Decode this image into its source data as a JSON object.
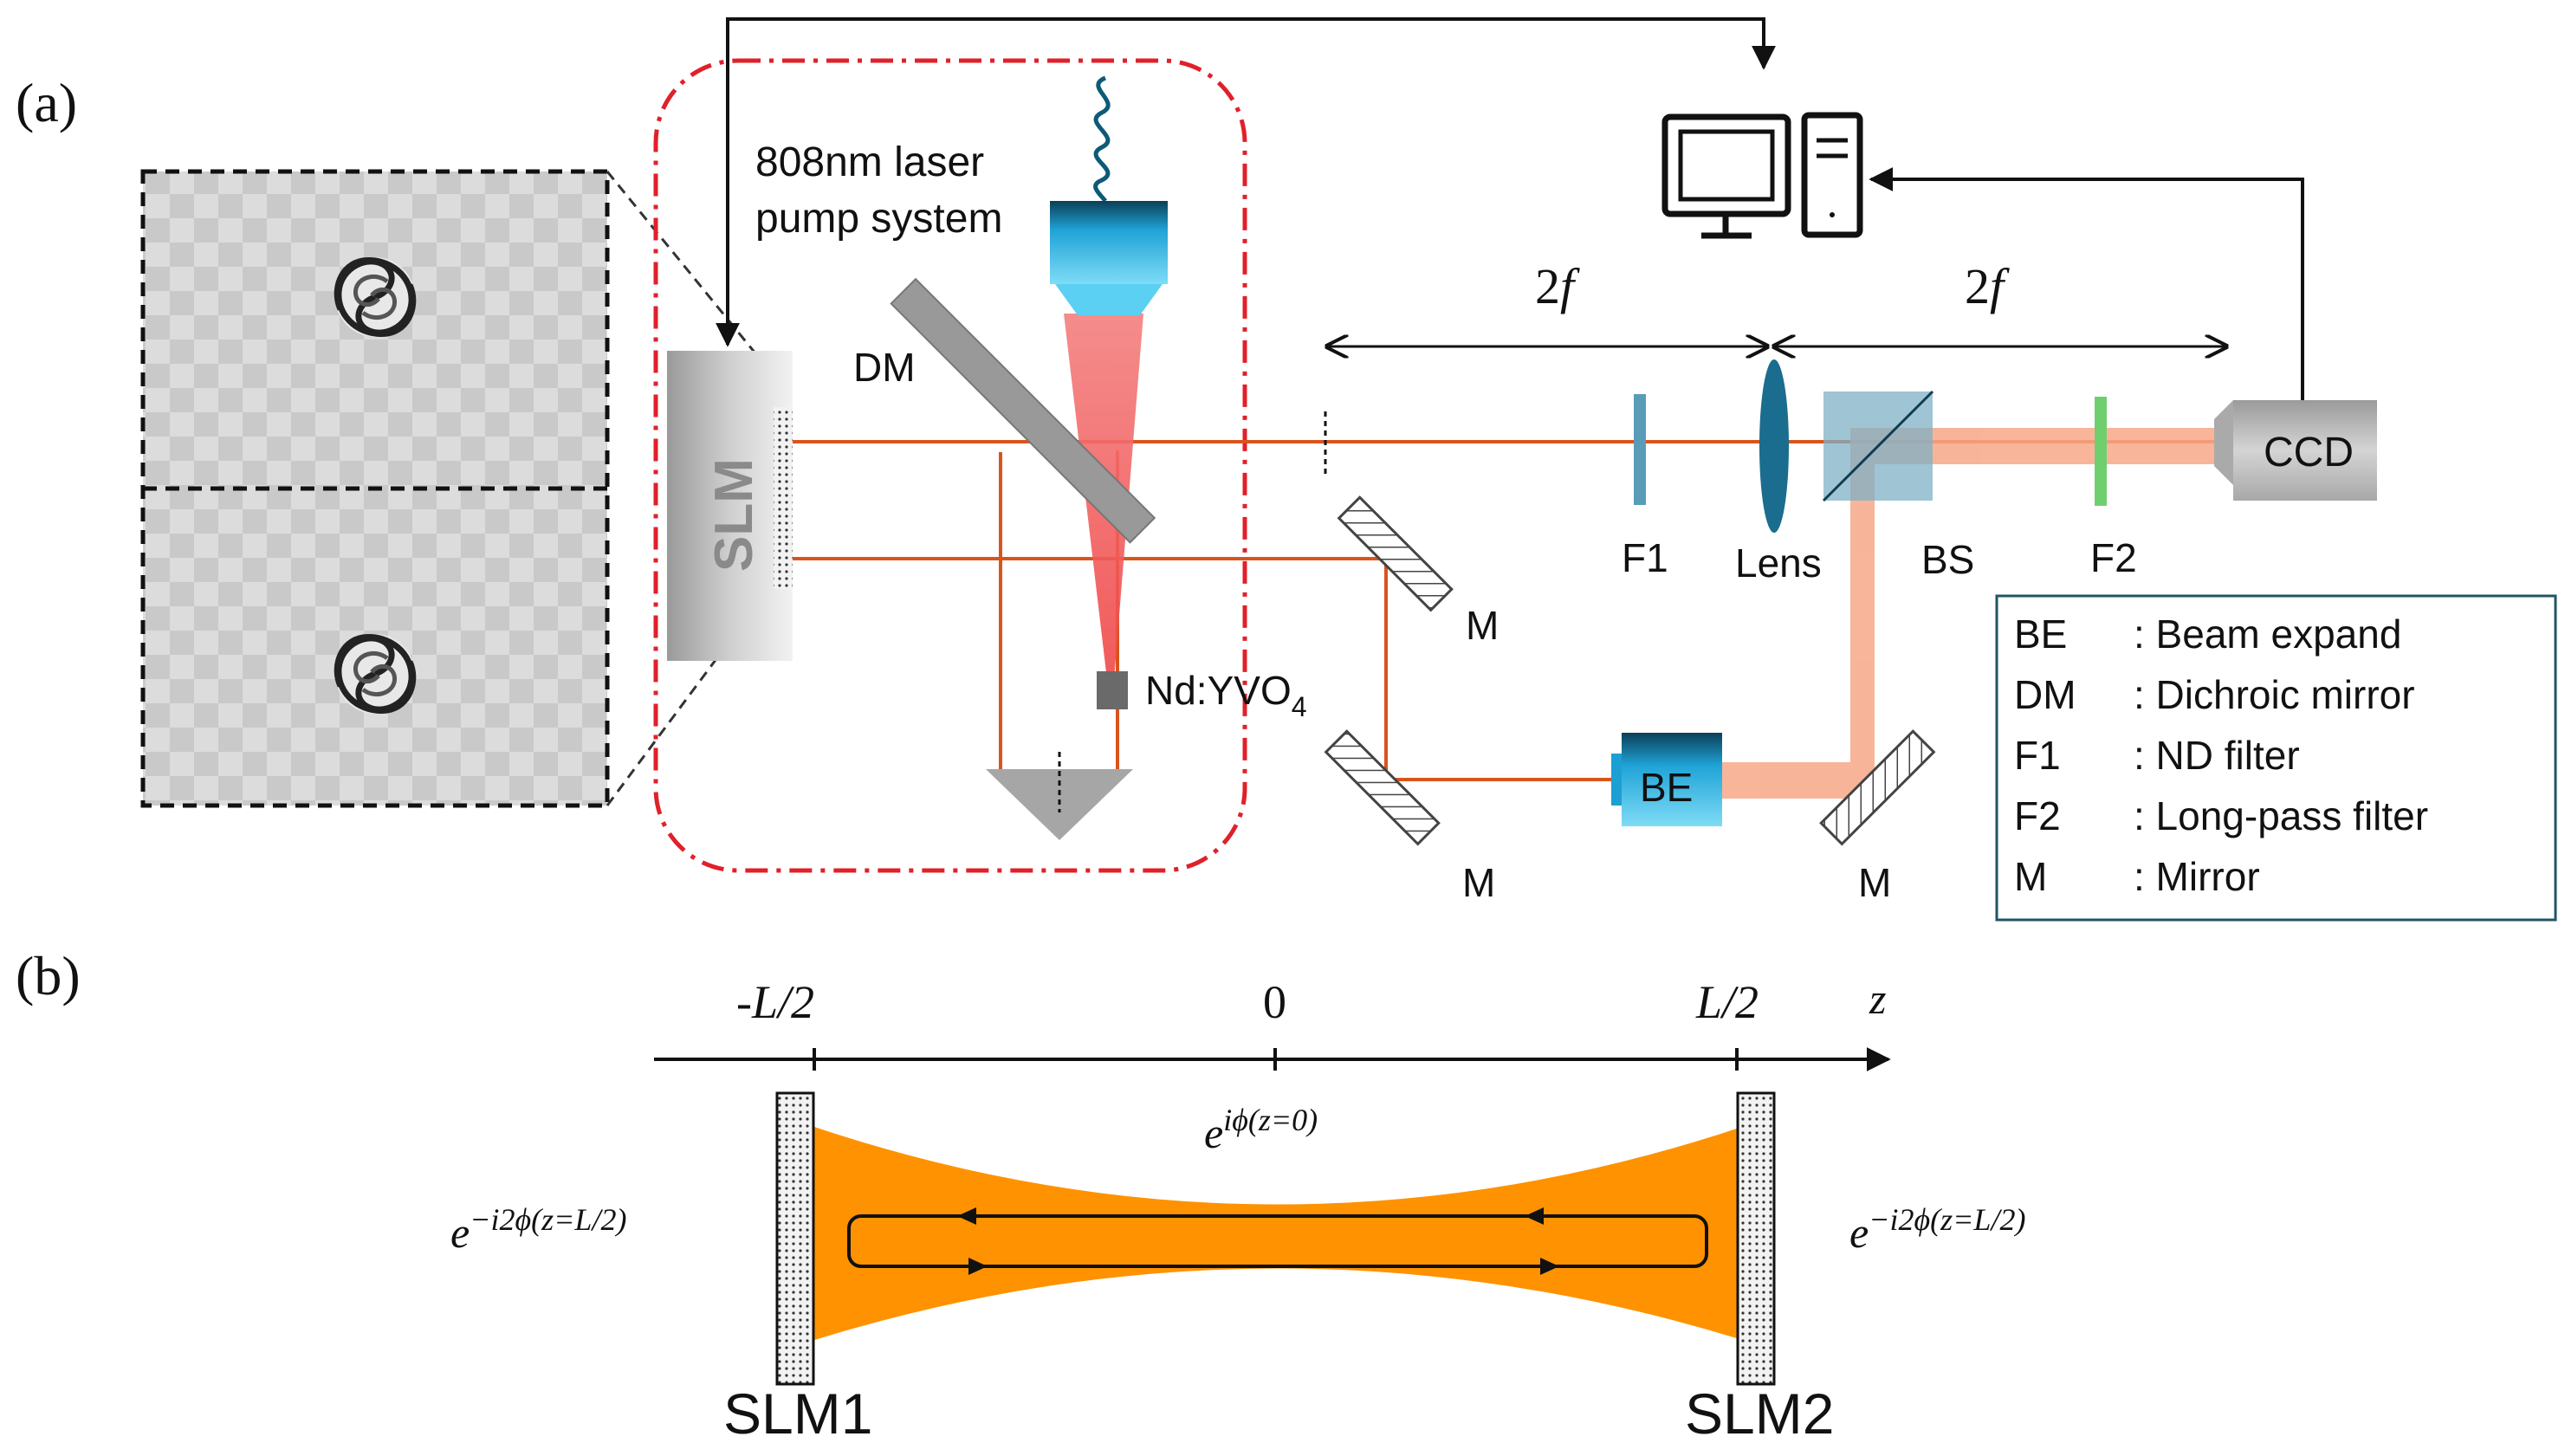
{
  "panel_a": {
    "label": "(a)",
    "pump_label_line1": "808nm laser",
    "pump_label_line2": "pump system",
    "slm": "SLM",
    "dm": "DM",
    "crystal_prefix": "Nd:YVO",
    "crystal_sub": "4",
    "dist_left_num": "2",
    "dist_left_var": "f",
    "dist_right_num": "2",
    "dist_right_var": "f",
    "f1": "F1",
    "lens": "Lens",
    "bs": "BS",
    "f2": "F2",
    "ccd": "CCD",
    "be": "BE",
    "mirror_upper": "M",
    "mirror_lower": "M",
    "mirror_right": "M",
    "legend": [
      {
        "abbr": "BE",
        "desc": ": Beam expand"
      },
      {
        "abbr": "DM",
        "desc": ": Dichroic mirror"
      },
      {
        "abbr": "F1",
        "desc": ": ND filter"
      },
      {
        "abbr": "F2",
        "desc": ": Long-pass filter"
      },
      {
        "abbr": "M",
        "desc": ": Mirror"
      }
    ]
  },
  "panel_b": {
    "label": "(b)",
    "tick_left": "-L/2",
    "tick_center": "0",
    "tick_right": "L/2",
    "axis_label": "z",
    "phase_center_base": "e",
    "phase_center_exp": "iϕ(z=0)",
    "phase_left_base": "e",
    "phase_left_exp": "−i2ϕ(z=L/2)",
    "phase_right_base": "e",
    "phase_right_exp": "−i2ϕ(z=L/2)",
    "slm1": "SLM1",
    "slm2": "SLM2"
  },
  "colors": {
    "beam": "#d9541c",
    "pump": "#f07070",
    "expanded_beam": "#f7a888",
    "cavity": "#ff9200",
    "dash_red": "#e0202a",
    "cyan_device": "#29b6e8",
    "legend_border": "#1f5566"
  }
}
